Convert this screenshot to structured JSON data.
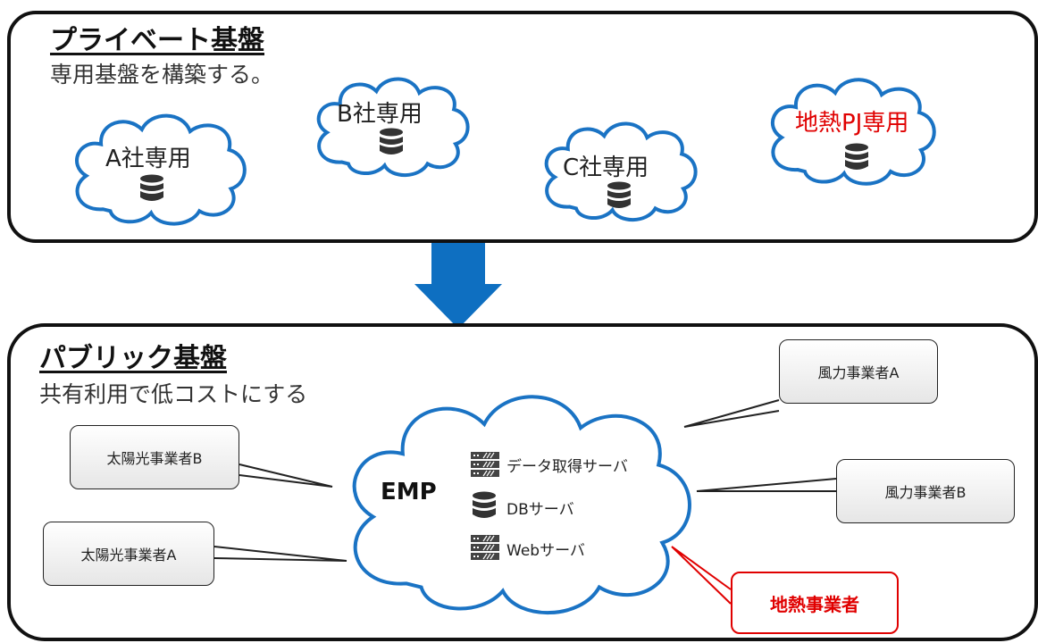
{
  "private": {
    "title": "プライベート基盤",
    "subtitle": "専用基盤を構築する。",
    "clouds": [
      {
        "label": "A社専用",
        "highlight": false
      },
      {
        "label": "B社専用",
        "highlight": false
      },
      {
        "label": "C社専用",
        "highlight": false
      },
      {
        "label": "地熱PJ専用",
        "highlight": true
      }
    ]
  },
  "public": {
    "title": "パブリック基盤",
    "subtitle": "共有利用で低コストにする",
    "platform_name": "EMP",
    "servers": [
      {
        "icon": "rack-server-icon",
        "label": "データ取得サーバ"
      },
      {
        "icon": "database-icon",
        "label": "DBサーバ"
      },
      {
        "icon": "rack-server-icon",
        "label": "Webサーバ"
      }
    ],
    "participants": [
      {
        "label": "太陽光事業者B"
      },
      {
        "label": "太陽光事業者A"
      },
      {
        "label": "風力事業者A"
      },
      {
        "label": "風力事業者B"
      },
      {
        "label": "地熱事業者",
        "highlight": true
      }
    ]
  },
  "colors": {
    "arrow": "#0e6fc1",
    "highlight": "#e00000",
    "cloud_stroke": "#1a73c4",
    "icon": "#333333"
  }
}
